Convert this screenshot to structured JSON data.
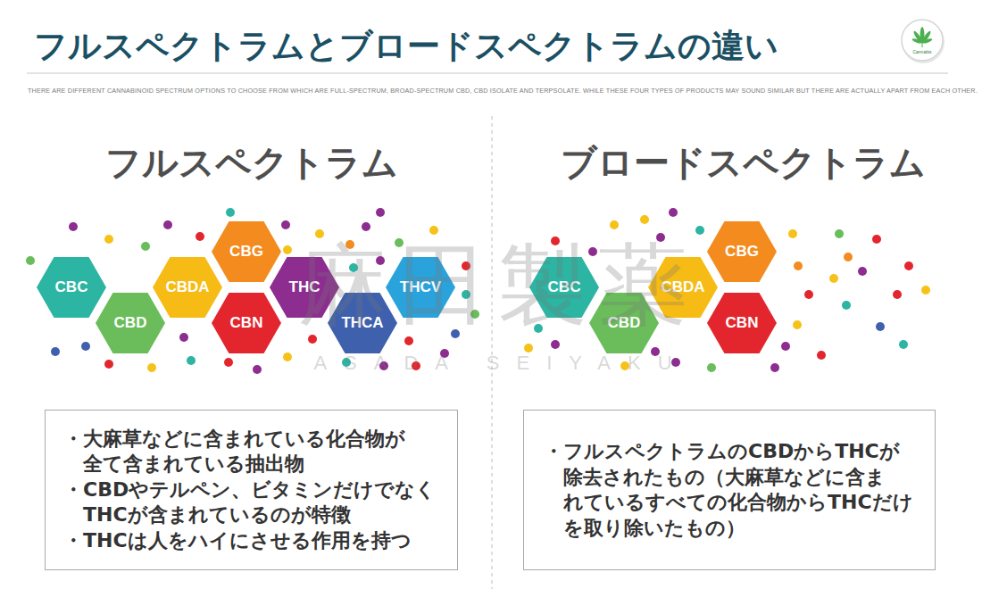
{
  "diagram": {
    "title": "フルスペクトラムとブロードスペクトラムの違い",
    "nodes": [
      {
        "text": [
          "CBC"
        ]
      },
      {
        "text": [
          "CBD"
        ]
      },
      {
        "text": [
          "CBDA"
        ]
      },
      {
        "text": [
          "CBG"
        ]
      },
      {
        "text": [
          "CBN"
        ]
      },
      {
        "text": [
          "THC"
        ]
      },
      {
        "text": [
          "THCA"
        ]
      },
      {
        "text": [
          "THCV"
        ]
      },
      {
        "text": [
          "・大麻草などに含まれている化合物が 全て含まれている抽出物",
          "・CBDやテルペン、ビタミンだけでなく THCが含まれているのが特徴",
          "・THCは人をハイにさせる作用を持つ"
        ]
      },
      {
        "text": [
          "CBC"
        ]
      },
      {
        "text": [
          "CBD"
        ]
      },
      {
        "text": [
          "CBDA"
        ]
      },
      {
        "text": [
          "CBG"
        ]
      },
      {
        "text": [
          "CBN"
        ]
      },
      {
        "text": [
          "・フルスペクトラムのCBDからTHCが 除去されたもの（大麻草などに含ま れているすべての化合物からTHCだけ を取り除いたもの）"
        ]
      }
    ],
    "labels": [
      "THERE ARE DIFFERENT CANNABINOID SPECTRUM OPTIONS TO CHOOSE FROM WHICH ARE FULL-SPECTRUM, BROAD-SPECTRUM CBD, CBD ISOLATE AND TERPSOLATE. WHILE THESE FOUR TYPES OF PRODUCTS MAY SOUND SIMILAR BUT THERE ARE ACTUALLY APART FROM EACH OTHER.",
      "Cannabis",
      "フルスペクトラム",
      "ブロードスペクトラム",
      "麻田製薬",
      "ASADA SEIYAKU"
    ]
  }
}
